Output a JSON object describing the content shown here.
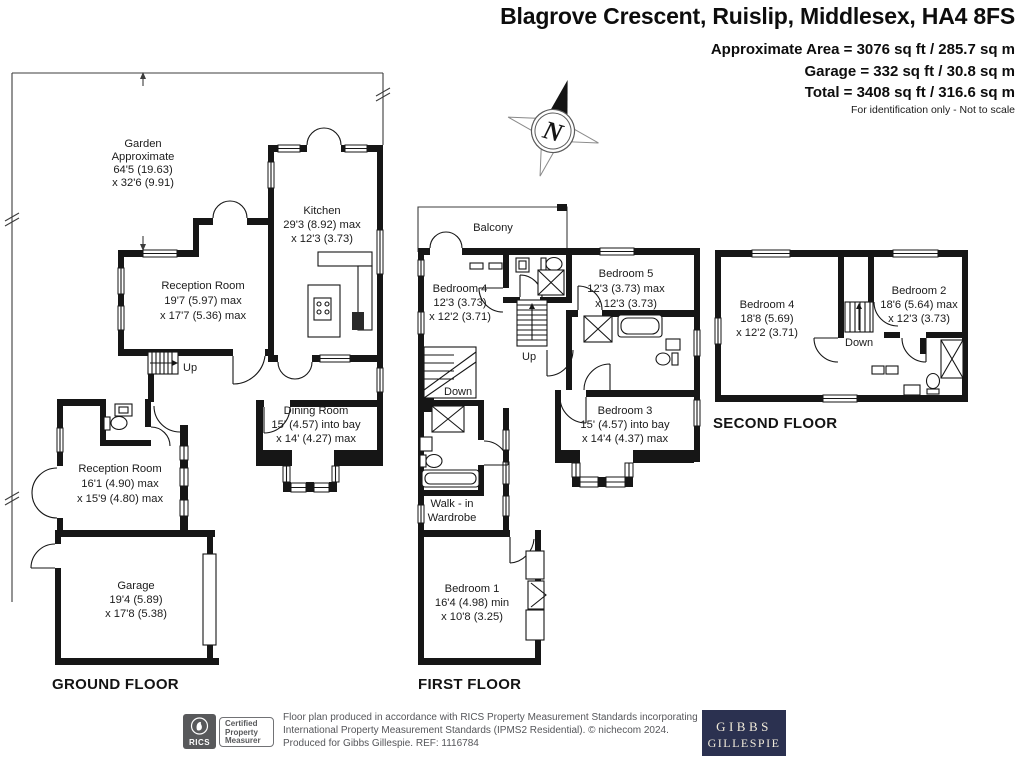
{
  "header": {
    "title": "Blagrove Crescent, Ruislip, Middlesex, HA4 8FS",
    "area_lines": [
      "Approximate Area = 3076 sq ft / 285.7 sq m",
      "Garage = 332 sq ft / 30.8 sq m",
      "Total = 3408 sq ft / 316.6 sq m"
    ],
    "note": "For identification only - Not to scale",
    "compass_n": "N"
  },
  "ground": {
    "label": "GROUND FLOOR",
    "garden": [
      "Garden",
      "Approximate",
      "64'5 (19.63)",
      "x 32'6 (9.91)"
    ],
    "kitchen": [
      "Kitchen",
      "29'3 (8.92) max",
      "x 12'3 (3.73)"
    ],
    "reception1": [
      "Reception Room",
      "19'7 (5.97) max",
      "x 17'7 (5.36) max"
    ],
    "reception2": [
      "Reception Room",
      "16'1 (4.90) max",
      "x 15'9 (4.80) max"
    ],
    "dining": [
      "Dining Room",
      "15' (4.57) into bay",
      "x 14' (4.27) max"
    ],
    "garage": [
      "Garage",
      "19'4 (5.89)",
      "x 17'8 (5.38)"
    ],
    "up": "Up"
  },
  "first": {
    "label": "FIRST FLOOR",
    "balcony": "Balcony",
    "bedroom4": [
      "Bedroom 4",
      "12'3 (3.73)",
      "x 12'2 (3.71)"
    ],
    "bedroom5": [
      "Bedroom 5",
      "12'3 (3.73) max",
      "x 12'3 (3.73)"
    ],
    "bedroom3": [
      "Bedroom 3",
      "15' (4.57) into bay",
      "x 14'4 (4.37) max"
    ],
    "bedroom1": [
      "Bedroom 1",
      "16'4 (4.98) min",
      "x 10'8 (3.25)"
    ],
    "wardrobe": [
      "Walk - in",
      "Wardrobe"
    ],
    "up": "Up",
    "down": "Down"
  },
  "second": {
    "label": "SECOND FLOOR",
    "bedroom4": [
      "Bedroom 4",
      "18'8 (5.69)",
      "x 12'2 (3.71)"
    ],
    "bedroom2": [
      "Bedroom 2",
      "18'6 (5.64) max",
      "x 12'3 (3.73)"
    ],
    "down": "Down"
  },
  "footer": {
    "rics_label": "RICS",
    "cert_lines": [
      "Certified",
      "Property",
      "Measurer"
    ],
    "text_lines": [
      "Floor plan produced in accordance with RICS Property Measurement Standards incorporating",
      "International Property Measurement Standards (IPMS2 Residential).  © nichecom 2024.",
      "Produced for Gibbs Gillespie.   REF: 1116784"
    ],
    "brand_lines": [
      "GIBBS",
      "GILLESPIE"
    ]
  },
  "colors": {
    "accent_navy": "#2b3150",
    "logo_grey": "#58595b"
  }
}
